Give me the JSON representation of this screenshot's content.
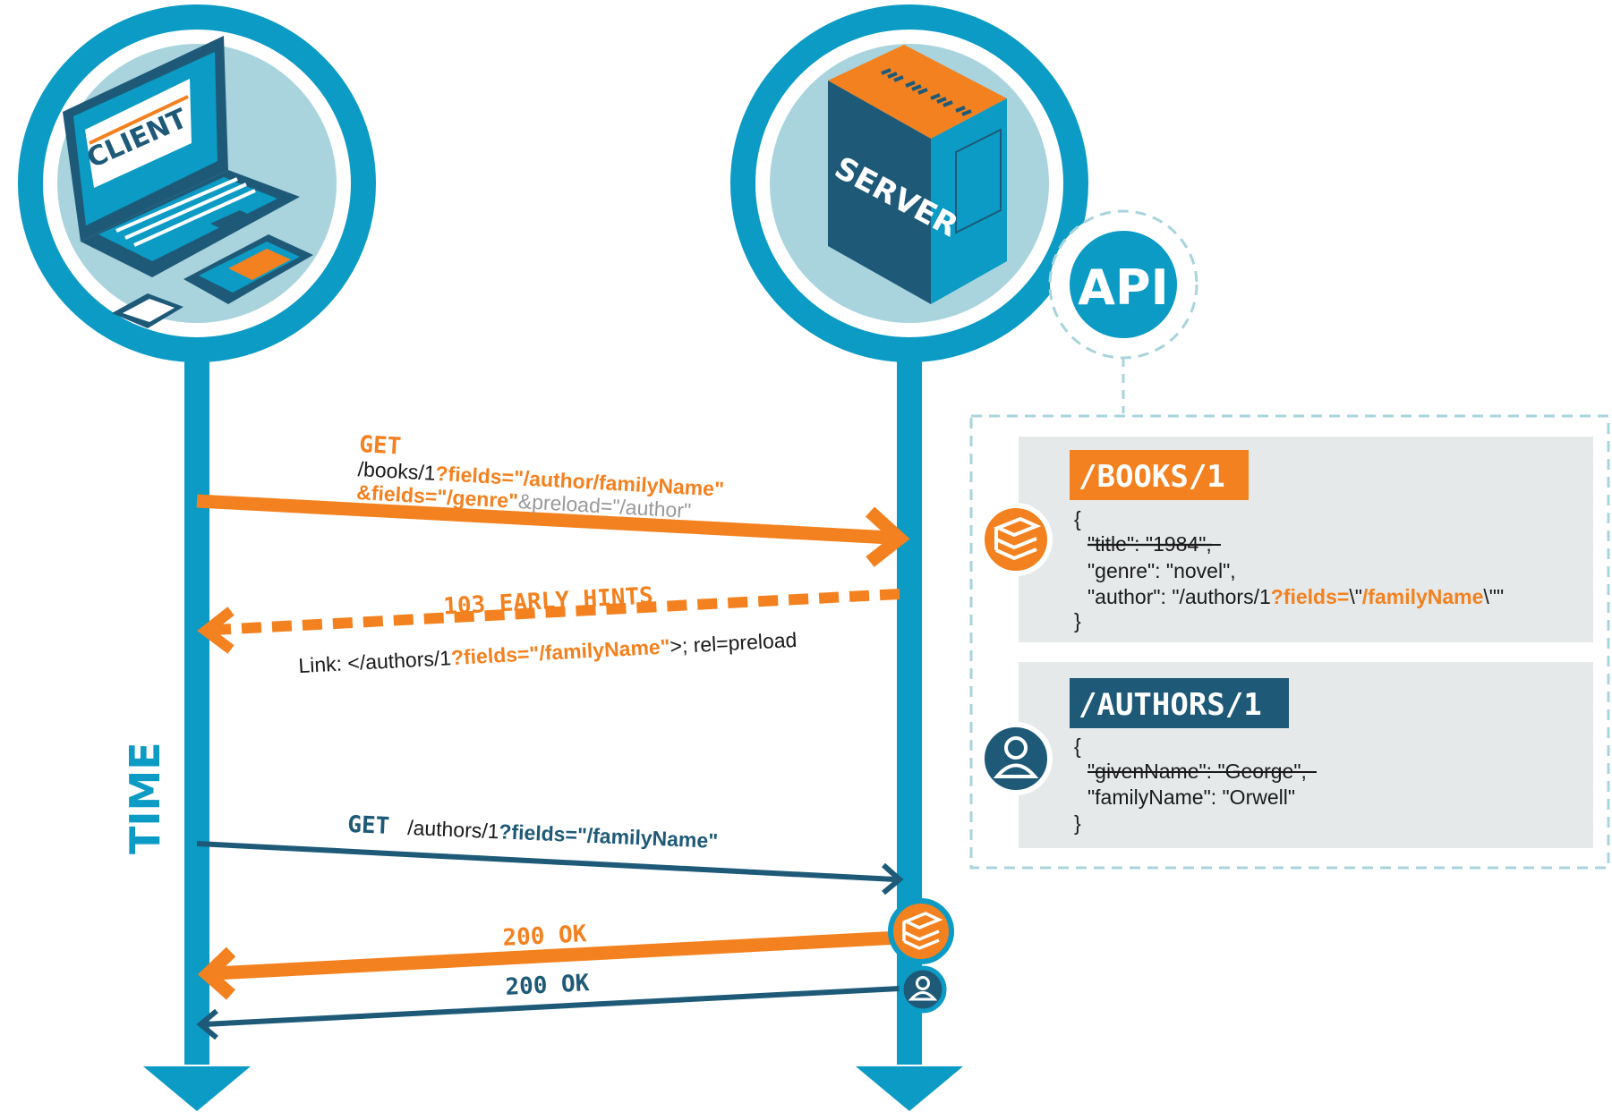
{
  "colors": {
    "teal": "#0b9bc4",
    "dark_blue": "#1e5a78",
    "orange": "#f3811f",
    "light_teal": "#a9d4de",
    "panel_grey": "#e5e9ea"
  },
  "client": {
    "label": "CLIENT"
  },
  "server": {
    "label": "SERVER"
  },
  "api": {
    "label": "API"
  },
  "time_label": "TIME",
  "messages": {
    "req1": {
      "verb": "GET",
      "path": "/books/1",
      "fields1": "?fields=\"/author/familyName\"",
      "fields2": "&fields=\"/genre\"",
      "preload": "&preload=\"/author\""
    },
    "hints": {
      "status": "103 EARLY HINTS",
      "link_prefix": "Link: </authors/1",
      "link_fields": "?fields=\"/familyName\"",
      "link_suffix": ">; rel=preload"
    },
    "req2": {
      "verb": "GET",
      "path": "/authors/1",
      "fields": "?fields=\"/familyName\""
    },
    "resp1": {
      "status": "200 OK"
    },
    "resp2": {
      "status": "200 OK"
    }
  },
  "resources": {
    "books": {
      "title": "/BOOKS/1",
      "icon": "books-icon",
      "lines": {
        "open": "{",
        "struck": "\"title\": \"1984\",",
        "genre": "\"genre\": \"novel\",",
        "author_prefix": "\"author\": \"/authors/1",
        "author_fields": "?fields=",
        "author_esc1": "\\\"",
        "author_value": "/familyName",
        "author_esc2": "\\\"",
        "author_end": "\"",
        "close": "}"
      }
    },
    "authors": {
      "title": "/AUTHORS/1",
      "icon": "user-icon",
      "lines": {
        "open": "{",
        "struck": "\"givenName\": \"George\",",
        "family": "\"familyName\": \"Orwell\"",
        "close": "}"
      }
    }
  }
}
